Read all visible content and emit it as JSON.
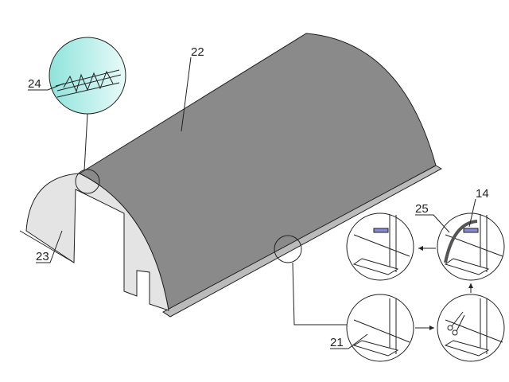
{
  "labels": {
    "roof": "22",
    "seam_detail": "24",
    "end_wall": "23",
    "strap": "25",
    "buckle": "14",
    "anchor": "21"
  },
  "colors": {
    "roof": "#8a8a8a",
    "end_wall": "#e4e4e4",
    "detail_fill": "#aeeee6",
    "line": "#222222"
  },
  "icons": [
    "scissors-icon",
    "arrow-right-icon",
    "arrow-up-icon",
    "arrow-left-icon"
  ]
}
